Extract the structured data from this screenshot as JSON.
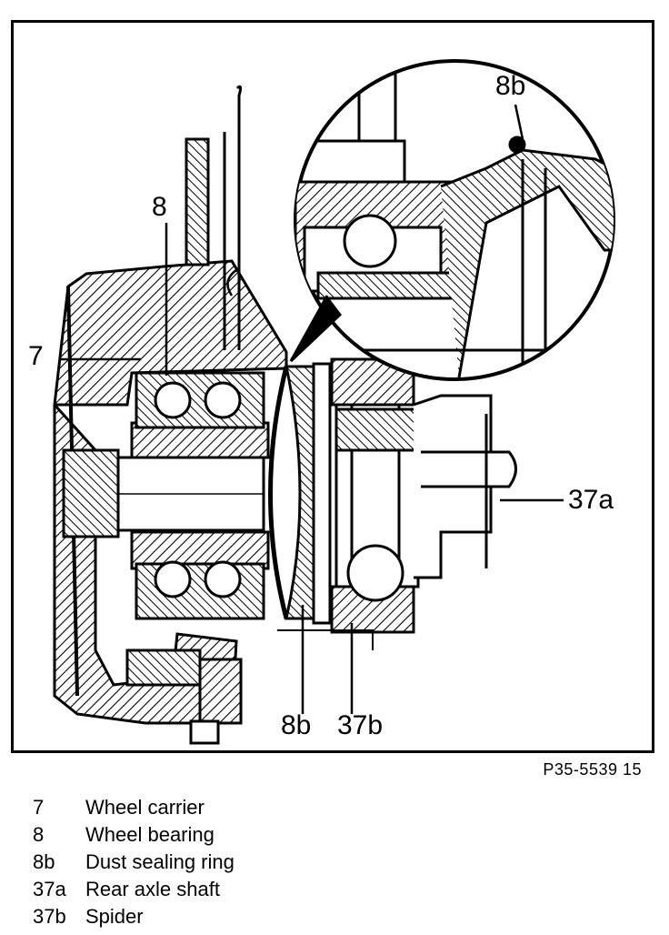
{
  "figure": {
    "callouts": {
      "c7": "7",
      "c8": "8",
      "c8b_inset": "8b",
      "c8b_bottom": "8b",
      "c37a": "37a",
      "c37b": "37b"
    }
  },
  "reference_code": "P35-5539 15",
  "legend": {
    "items": [
      {
        "num": "7",
        "label": "Wheel carrier"
      },
      {
        "num": "8",
        "label": "Wheel bearing"
      },
      {
        "num": "8b",
        "label": "Dust sealing ring"
      },
      {
        "num": "37a",
        "label": "Rear axle shaft"
      },
      {
        "num": "37b",
        "label": "Spider"
      }
    ]
  }
}
